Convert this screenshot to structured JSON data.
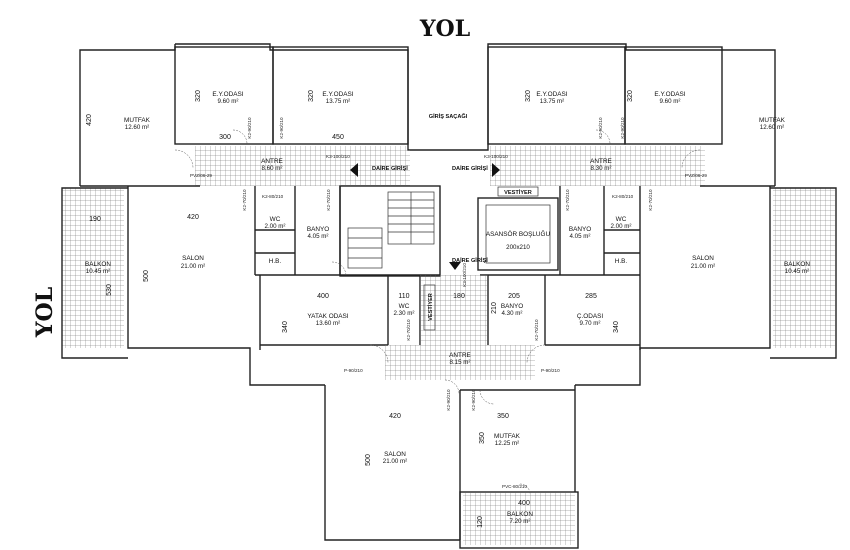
{
  "roads": {
    "top": "YOL",
    "left": "YOL"
  },
  "rooms": [
    {
      "id": "ey-odasi-1",
      "name": "E.Y.ODASI",
      "area": "9.60 m²"
    },
    {
      "id": "ey-odasi-2",
      "name": "E.Y.ODASI",
      "area": "13.75 m²"
    },
    {
      "id": "ey-odasi-3",
      "name": "E.Y.ODASI",
      "area": "13.75 m²"
    },
    {
      "id": "ey-odasi-4",
      "name": "E.Y.ODASI",
      "area": "9.60 m²"
    },
    {
      "id": "mutfak-1",
      "name": "MUTFAK",
      "area": "12.60 m²"
    },
    {
      "id": "mutfak-2",
      "name": "MUTFAK",
      "area": "12.60 m²"
    },
    {
      "id": "antre-1",
      "name": "ANTRE",
      "area": "8.60 m²"
    },
    {
      "id": "antre-2",
      "name": "ANTRE",
      "area": "8.30 m²"
    },
    {
      "id": "wc-1",
      "name": "WC",
      "area": "2.00 m²"
    },
    {
      "id": "banyo-1",
      "name": "BANYO",
      "area": "4.05 m²"
    },
    {
      "id": "banyo-2",
      "name": "BANYO",
      "area": "4.05 m²"
    },
    {
      "id": "wc-2",
      "name": "WC",
      "area": "2.00 m²"
    },
    {
      "id": "salon-1",
      "name": "SALON",
      "area": "21.00 m²"
    },
    {
      "id": "salon-2",
      "name": "SALON",
      "area": "21.00 m²"
    },
    {
      "id": "balkon-1",
      "name": "BALKON",
      "area": "10.45 m²"
    },
    {
      "id": "balkon-2",
      "name": "BALKON",
      "area": "10.45 m²"
    },
    {
      "id": "yatak-odasi",
      "name": "YATAK ODASI",
      "area": "13.60 m²"
    },
    {
      "id": "wc-3",
      "name": "WC",
      "area": "2.30 m²"
    },
    {
      "id": "banyo-3",
      "name": "BANYO",
      "area": "4.30 m²"
    },
    {
      "id": "cocuk-odasi",
      "name": "Ç.ODASI",
      "area": "9.70 m²"
    },
    {
      "id": "antre-3",
      "name": "ANTRE",
      "area": "8.15 m²"
    },
    {
      "id": "salon-3",
      "name": "SALON",
      "area": "21.00 m²"
    },
    {
      "id": "mutfak-3",
      "name": "MUTFAK",
      "area": "12.25 m²"
    },
    {
      "id": "balkon-3",
      "name": "BALKON",
      "area": "7.20 m²"
    },
    {
      "id": "asansor",
      "name": "ASANSÖR BOŞLUĞU",
      "area": "200x210"
    }
  ],
  "labels": {
    "giris_sacagi": "GİRİŞ SAÇAĞI",
    "hb": "H.B.",
    "vestiyer": "VESTİYER",
    "daire_girisi": "DAİRE GİRİŞİ"
  },
  "dimensions": [
    "320",
    "300",
    "450",
    "420",
    "190",
    "500",
    "530",
    "400",
    "110",
    "180",
    "205",
    "285",
    "340",
    "210",
    "350",
    "120"
  ],
  "doors": [
    "K2-90/210",
    "K3-100/210",
    "K2-80/210",
    "K2-70/210",
    "P-90/210",
    "PVC-80/210",
    "PVZ/06-29"
  ]
}
